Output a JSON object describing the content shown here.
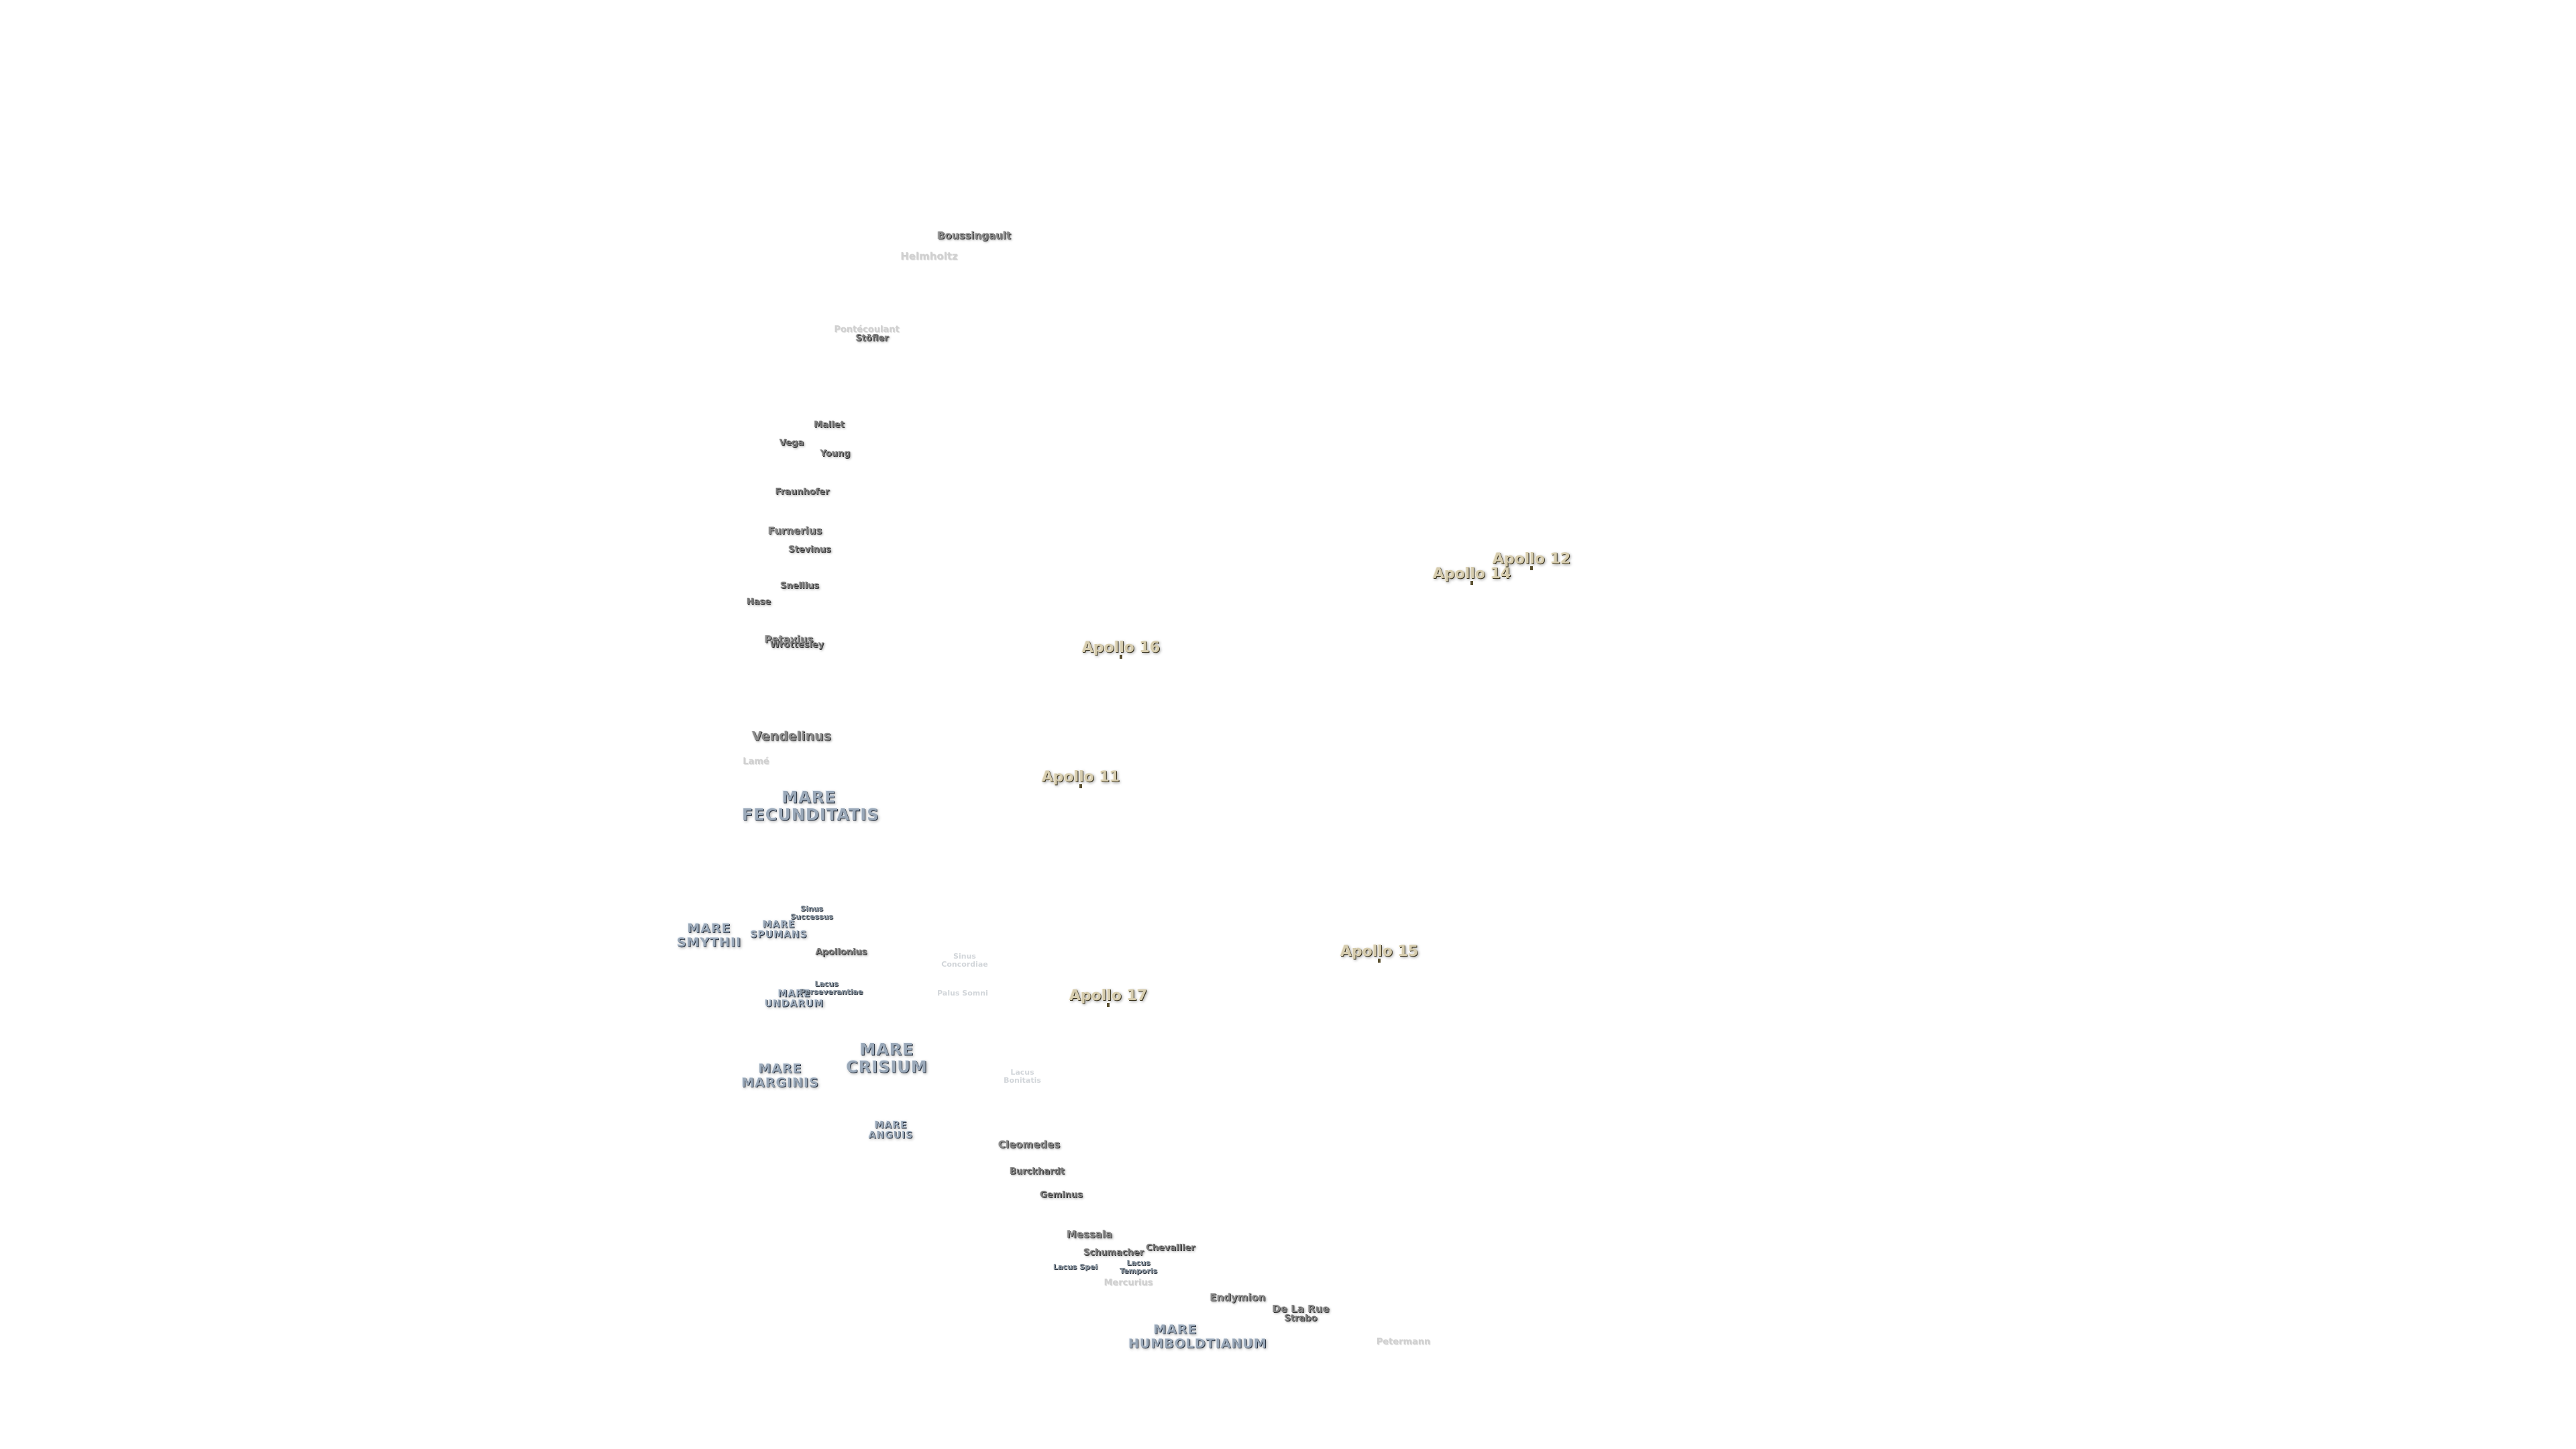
{
  "craters": [
    {
      "id": "boussingault",
      "name": "Boussingault",
      "size": "md"
    },
    {
      "id": "helmholtz",
      "name": "Helmholtz",
      "size": "md",
      "faint": true
    },
    {
      "id": "pontecoulant",
      "name": "Pontécoulant",
      "size": "sm",
      "faint": true
    },
    {
      "id": "stofler",
      "name": "Stöfler",
      "size": "sm"
    },
    {
      "id": "mallet",
      "name": "Mallet",
      "size": "sm"
    },
    {
      "id": "vega",
      "name": "Vega",
      "size": "sm"
    },
    {
      "id": "young",
      "name": "Young",
      "size": "sm"
    },
    {
      "id": "fraunhofer",
      "name": "Fraunhofer",
      "size": "sm"
    },
    {
      "id": "furnerius",
      "name": "Furnerius",
      "size": "md"
    },
    {
      "id": "stevinus",
      "name": "Stevinus",
      "size": "sm"
    },
    {
      "id": "snellius",
      "name": "Snellius",
      "size": "sm"
    },
    {
      "id": "hase",
      "name": "Hase",
      "size": "sm"
    },
    {
      "id": "petavius",
      "name": "Petavius",
      "size": "md"
    },
    {
      "id": "wrottesley",
      "name": "Wrottesley",
      "size": "sm"
    },
    {
      "id": "vendelinus",
      "name": "Vendelinus",
      "size": "lg"
    },
    {
      "id": "lame",
      "name": "Lamé",
      "size": "sm",
      "faint": true
    },
    {
      "id": "apollonius",
      "name": "Apollonius",
      "size": "sm"
    },
    {
      "id": "cleomedes",
      "name": "Cleomedes",
      "size": "md"
    },
    {
      "id": "burckhardt",
      "name": "Burckhardt",
      "size": "sm"
    },
    {
      "id": "geminus",
      "name": "Geminus",
      "size": "sm"
    },
    {
      "id": "messala",
      "name": "Messala",
      "size": "md"
    },
    {
      "id": "schumacher",
      "name": "Schumacher",
      "size": "sm"
    },
    {
      "id": "chevallier",
      "name": "Chevallier",
      "size": "sm"
    },
    {
      "id": "mercurius",
      "name": "Mercurius",
      "size": "sm",
      "faint": true
    },
    {
      "id": "endymion",
      "name": "Endymion",
      "size": "md"
    },
    {
      "id": "de-la-rue",
      "name": "De La Rue",
      "size": "md"
    },
    {
      "id": "strabo",
      "name": "Strabo",
      "size": "sm"
    },
    {
      "id": "petermann",
      "name": "Petermann",
      "size": "sm",
      "faint": true
    }
  ],
  "maria": [
    {
      "id": "fecunditatis",
      "name": "MARE FECUNDITATIS",
      "size": "lg"
    },
    {
      "id": "smythii",
      "name": "MARE SMYTHII",
      "size": "md"
    },
    {
      "id": "spumans",
      "name": "MARE SPUMANS",
      "size": "sm"
    },
    {
      "id": "undarum",
      "name": "MARE UNDARUM",
      "size": "sm"
    },
    {
      "id": "crisium",
      "name": "MARE CRISIUM",
      "size": "lg"
    },
    {
      "id": "marginis",
      "name": "MARE MARGINIS",
      "size": "md"
    },
    {
      "id": "anguis",
      "name": "MARE ANGUIS",
      "size": "sm"
    },
    {
      "id": "humboldtianum",
      "name": "MARE HUMBOLDTIANUM",
      "size": "md"
    }
  ],
  "lacus": [
    {
      "id": "sinus-successus",
      "name": "Sinus Successus"
    },
    {
      "id": "lacus-perseverantiae",
      "name": "Lacus Perseverantiae"
    },
    {
      "id": "sinus-concordiae",
      "name": "Sinus Concordiae",
      "faint": true
    },
    {
      "id": "palus-somni",
      "name": "Palus Somni",
      "faint": true
    },
    {
      "id": "lacus-bonitatis",
      "name": "Lacus Bonitatis",
      "faint": true
    },
    {
      "id": "lacus-spei",
      "name": "Lacus Spei"
    },
    {
      "id": "lacus-temporis",
      "name": "Lacus Temporis"
    }
  ],
  "apollo_sites": [
    {
      "id": "apollo-12",
      "name": "Apollo 12"
    },
    {
      "id": "apollo-14",
      "name": "Apollo 14"
    },
    {
      "id": "apollo-16",
      "name": "Apollo 16"
    },
    {
      "id": "apollo-11",
      "name": "Apollo 11"
    },
    {
      "id": "apollo-15",
      "name": "Apollo 15"
    },
    {
      "id": "apollo-17",
      "name": "Apollo 17"
    }
  ],
  "colors": {
    "background": "#ffffff",
    "crater_label": "#8a8a8a",
    "mare_label": "#9aa8b8",
    "apollo_label": "#d6ccae"
  }
}
